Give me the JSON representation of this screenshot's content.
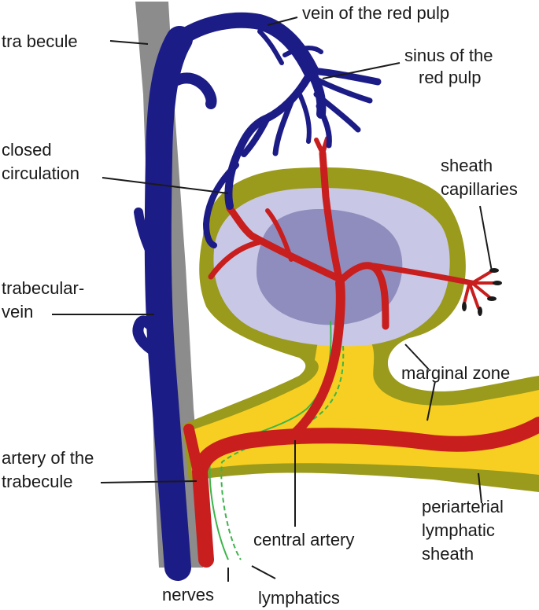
{
  "labels": {
    "vein_red_pulp": "vein of the red pulp",
    "trabecule": "tra becule",
    "sinus_line1": "sinus of the",
    "sinus_line2": "red pulp",
    "closed_line1": "closed",
    "closed_line2": "circulation",
    "sheath_cap_line1": "sheath",
    "sheath_cap_line2": "capillaries",
    "trab_vein_line1": "trabecular-",
    "trab_vein_line2": "vein",
    "marginal_zone": "marginal zone",
    "artery_trab_line1": "artery of the",
    "artery_trab_line2": "trabecule",
    "pals_line1": "periarterial",
    "pals_line2": "lymphatic",
    "pals_line3": "sheath",
    "central_artery": "central artery",
    "nerves": "nerves",
    "lymphatics": "lymphatics"
  },
  "colors": {
    "trabecule": "#8c8c8c",
    "vein": "#1c1c86",
    "artery": "#c81e1e",
    "marginal_zone": "#9a9a1c",
    "pals": "#f7cf22",
    "follicle_outer": "#c9c7e6",
    "follicle_center": "#8f8dbd",
    "nerve": "#3bb54a"
  }
}
